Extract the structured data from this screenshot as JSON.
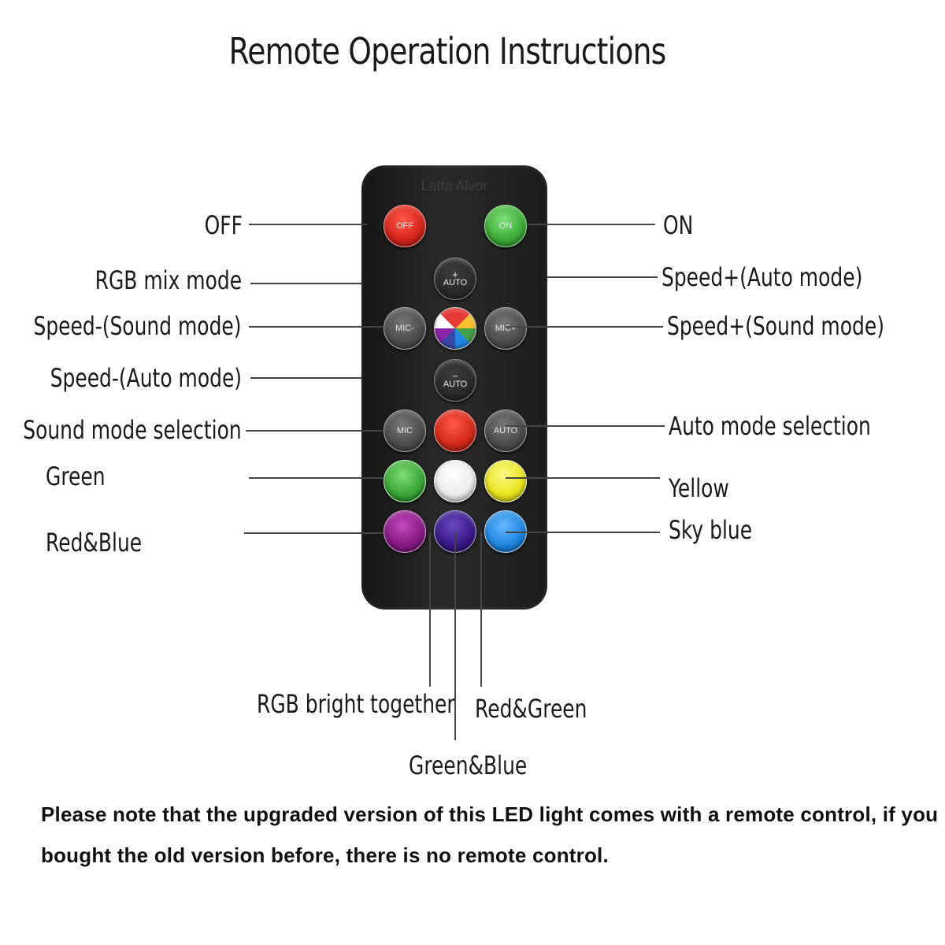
{
  "title": "Remote Operation Instructions",
  "remote": {
    "brand": "Latta Alvor",
    "buttons": {
      "off": "OFF",
      "on": "ON",
      "speed_up_auto": "AUTO",
      "mic_minus": "MIC-",
      "mic_plus": "MIC+",
      "speed_down_auto": "AUTO",
      "mic": "MIC",
      "auto": "AUTO"
    },
    "colors": {
      "off": "#d8261c",
      "on": "#3fae3a",
      "red": "#d62a1a",
      "green": "#3aa83a",
      "white": "#f0f0f0",
      "yellow": "#e9e51e",
      "purple": "#8a1a86",
      "indigo": "#3a1a8a",
      "sky_blue": "#1e88e0"
    }
  },
  "labels": {
    "off": "OFF",
    "on": "ON",
    "rgb_mix_mode": "RGB mix mode",
    "speed_plus_auto": "Speed+(Auto mode)",
    "speed_minus_sound": "Speed-(Sound mode)",
    "speed_plus_sound": "Speed+(Sound mode)",
    "speed_minus_auto": "Speed-(Auto mode)",
    "sound_mode_selection": "Sound mode selection",
    "auto_mode_selection": "Auto mode selection",
    "green": "Green",
    "yellow": "Yellow",
    "red_blue": "Red&Blue",
    "sky_blue": "Sky blue",
    "rgb_bright_together": "RGB bright together",
    "red_green": "Red&Green",
    "green_blue": "Green&Blue"
  },
  "note": "Please note that the upgraded version of this LED light comes with a remote control, if you bought the old version before, there is no remote control."
}
